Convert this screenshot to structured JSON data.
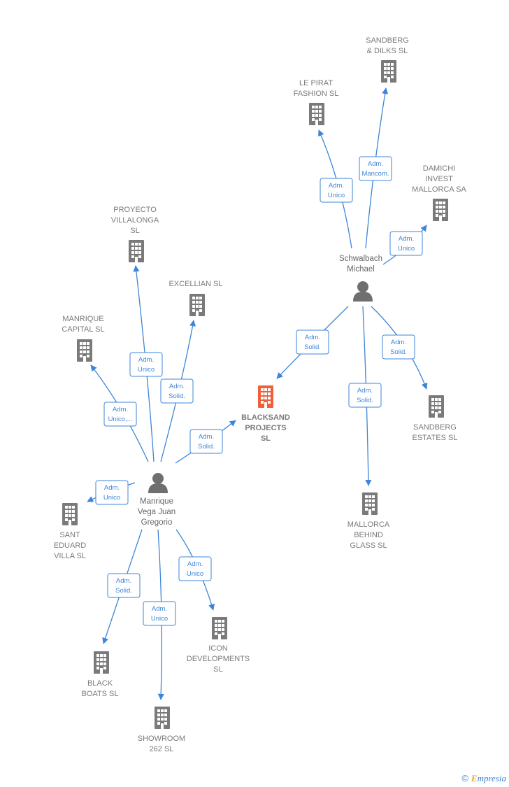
{
  "diagram": {
    "colors": {
      "edge": "#3e85d8",
      "building": "#7a7a7a",
      "center_building": "#f0613a",
      "person": "#6f6f6f"
    },
    "companies": [
      {
        "id": "blacksand",
        "lines": [
          "BLACKSAND",
          "PROJECTS",
          "SL"
        ],
        "highlight": true
      },
      {
        "id": "sandberg-dilks",
        "lines": [
          "SANDBERG",
          "& DILKS  SL"
        ]
      },
      {
        "id": "le-pirat",
        "lines": [
          "LE PIRAT",
          "FASHION  SL"
        ]
      },
      {
        "id": "damichi",
        "lines": [
          "DAMICHI",
          "INVEST",
          "MALLORCA SA"
        ]
      },
      {
        "id": "sandberg-estates",
        "lines": [
          "SANDBERG",
          "ESTATES  SL"
        ]
      },
      {
        "id": "mallorca-behind",
        "lines": [
          "MALLORCA",
          "BEHIND",
          "GLASS  SL"
        ]
      },
      {
        "id": "proyecto",
        "lines": [
          "PROYECTO",
          "VILLALONGA",
          "SL"
        ]
      },
      {
        "id": "excellian",
        "lines": [
          "EXCELLIAN  SL"
        ]
      },
      {
        "id": "manrique-capital",
        "lines": [
          "MANRIQUE",
          "CAPITAL  SL"
        ]
      },
      {
        "id": "sant-eduard",
        "lines": [
          "SANT",
          "EDUARD",
          "VILLA  SL"
        ]
      },
      {
        "id": "black-boats",
        "lines": [
          "BLACK",
          "BOATS  SL"
        ]
      },
      {
        "id": "showroom",
        "lines": [
          "SHOWROOM",
          "262  SL"
        ]
      },
      {
        "id": "icon-dev",
        "lines": [
          "ICON",
          "DEVELOPMENTS",
          "SL"
        ]
      }
    ],
    "persons": [
      {
        "id": "schwalbach",
        "lines": [
          "Schwalbach",
          "Michael"
        ]
      },
      {
        "id": "manrique-vega",
        "lines": [
          "Manrique",
          "Vega Juan",
          "Gregorio"
        ]
      }
    ],
    "edges": [
      {
        "from": "schwalbach",
        "to": "le-pirat",
        "label": [
          "Adm.",
          "Unico"
        ]
      },
      {
        "from": "schwalbach",
        "to": "sandberg-dilks",
        "label": [
          "Adm.",
          "Mancom."
        ]
      },
      {
        "from": "schwalbach",
        "to": "damichi",
        "label": [
          "Adm.",
          "Unico"
        ]
      },
      {
        "from": "schwalbach",
        "to": "blacksand",
        "label": [
          "Adm.",
          "Solid."
        ]
      },
      {
        "from": "schwalbach",
        "to": "sandberg-estates",
        "label": [
          "Adm.",
          "Solid."
        ]
      },
      {
        "from": "schwalbach",
        "to": "mallorca-behind",
        "label": [
          "Adm.",
          "Solid."
        ]
      },
      {
        "from": "manrique-vega",
        "to": "proyecto",
        "label": [
          "Adm.",
          "Unico"
        ]
      },
      {
        "from": "manrique-vega",
        "to": "excellian",
        "label": [
          "Adm.",
          "Solid."
        ]
      },
      {
        "from": "manrique-vega",
        "to": "manrique-capital",
        "label": [
          "Adm.",
          "Unico,..."
        ]
      },
      {
        "from": "manrique-vega",
        "to": "blacksand",
        "label": [
          "Adm.",
          "Solid."
        ]
      },
      {
        "from": "manrique-vega",
        "to": "sant-eduard",
        "label": [
          "Adm.",
          "Unico"
        ]
      },
      {
        "from": "manrique-vega",
        "to": "black-boats",
        "label": [
          "Adm.",
          "Solid."
        ]
      },
      {
        "from": "manrique-vega",
        "to": "showroom",
        "label": [
          "Adm.",
          "Unico"
        ]
      },
      {
        "from": "manrique-vega",
        "to": "icon-dev",
        "label": [
          "Adm.",
          "Unico"
        ]
      }
    ]
  },
  "footer": {
    "copyright_symbol": "©",
    "brand_initial": "E",
    "brand_rest": "mpresia"
  }
}
